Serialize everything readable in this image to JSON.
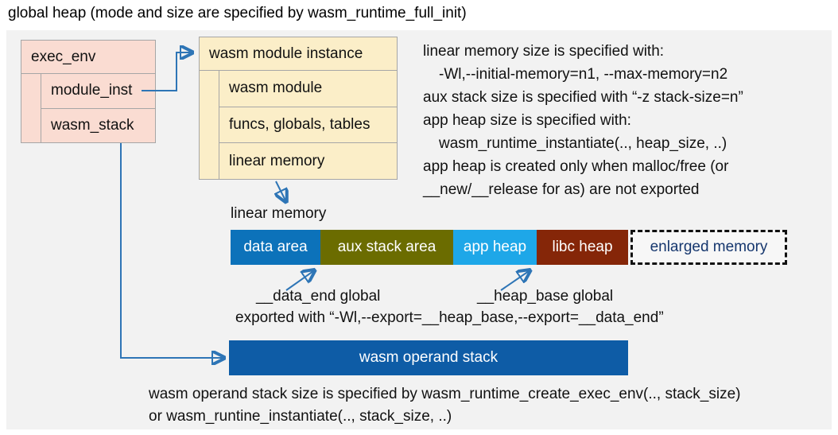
{
  "title": "global heap (mode and size are specified by wasm_runtime_full_init)",
  "exec_env": {
    "header": "exec_env",
    "rows": [
      "module_inst",
      "wasm_stack"
    ]
  },
  "module_instance": {
    "header": "wasm module instance",
    "rows": [
      "wasm module",
      "funcs, globals, tables",
      "linear memory"
    ]
  },
  "info": {
    "lines": [
      "linear memory size is specified with:",
      "-Wl,--initial-memory=n1, --max-memory=n2",
      "aux stack size is specified with “-z stack-size=n”",
      "app heap size is specified with:",
      "wasm_runtime_instantiate(.., heap_size, ..)",
      "app heap is created only when malloc/free (or",
      "__new/__release for as) are not exported"
    ]
  },
  "linear_memory": {
    "label": "linear memory",
    "segments": [
      {
        "label": "data area",
        "color": "#0c72ba"
      },
      {
        "label": "aux stack area",
        "color": "#6b6c00"
      },
      {
        "label": "app heap",
        "color": "#1ea7e8"
      },
      {
        "label": "libc heap",
        "color": "#852608"
      },
      {
        "label": "enlarged memory",
        "color": "#f7f7f7",
        "border": "dashed-black",
        "text_color": "#16376e"
      }
    ]
  },
  "annotations": {
    "data_end": "__data_end global",
    "heap_base": "__heap_base global",
    "exported": "exported with “-Wl,--export=__heap_base,--export=__data_end”"
  },
  "operand_stack": {
    "label": "wasm operand stack"
  },
  "footer": {
    "lines": [
      "wasm operand stack size is specified by wasm_runtime_create_exec_env(.., stack_size)",
      "or wasm_runtine_instantiate(.., stack_size, ..)"
    ]
  },
  "colors": {
    "panel_background": "#f2f2f2",
    "exec_env_fill": "#fadcd2",
    "module_instance_fill": "#fbeec8",
    "box_border": "#a6a6a6",
    "arrow_blue": "#2e75b6",
    "operand_stack_fill": "#0e5ca6",
    "enlarged_memory_text": "#16376e"
  }
}
